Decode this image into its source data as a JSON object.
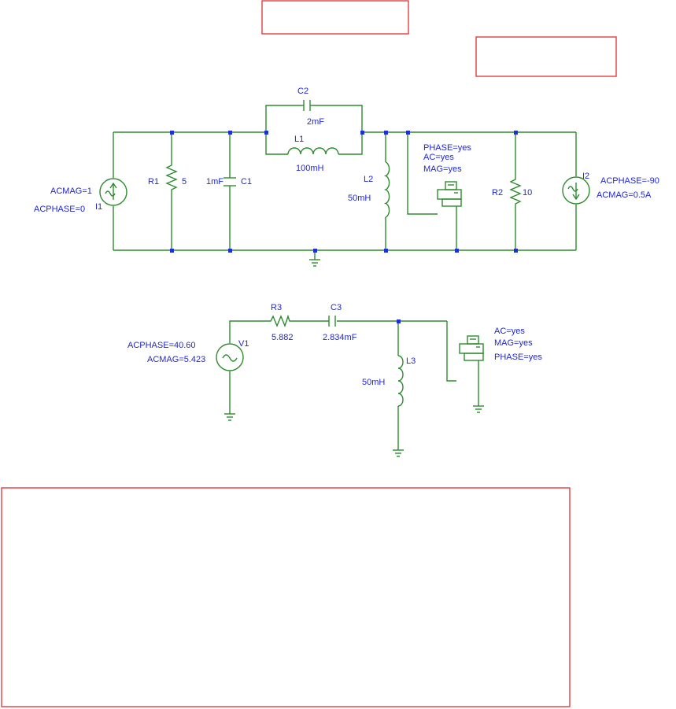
{
  "circuit1": {
    "I1": {
      "name": "I1",
      "acmag": "ACMAG=1",
      "acphase": "ACPHASE=0"
    },
    "R1": {
      "name": "R1",
      "value": "5"
    },
    "C1": {
      "name": "C1",
      "value": "1mF"
    },
    "C2": {
      "name": "C2",
      "value": "2mF"
    },
    "L1": {
      "name": "L1",
      "value": "100mH"
    },
    "L2": {
      "name": "L2",
      "value": "50mH"
    },
    "printer": {
      "phase": "PHASE=yes",
      "ac": "AC=yes",
      "mag": "MAG=yes"
    },
    "R2": {
      "name": "R2",
      "value": "10"
    },
    "I2": {
      "name": "I2",
      "acphase": "ACPHASE=-90",
      "acmag": "ACMAG=0.5A"
    }
  },
  "circuit2": {
    "V1": {
      "name": "V1",
      "acphase": "ACPHASE=40.60",
      "acmag": "ACMAG=5.423"
    },
    "R3": {
      "name": "R3",
      "value": "5.882"
    },
    "C3": {
      "name": "C3",
      "value": "2.834mF"
    },
    "L3": {
      "name": "L3",
      "value": "50mH"
    },
    "printer": {
      "ac": "AC=yes",
      "mag": "MAG=yes",
      "phase": "PHASE=yes"
    }
  },
  "colors": {
    "wire": "#2e8b2e",
    "label": "#1f27d6",
    "node": "#1f2fd6",
    "box": "#e03030"
  }
}
